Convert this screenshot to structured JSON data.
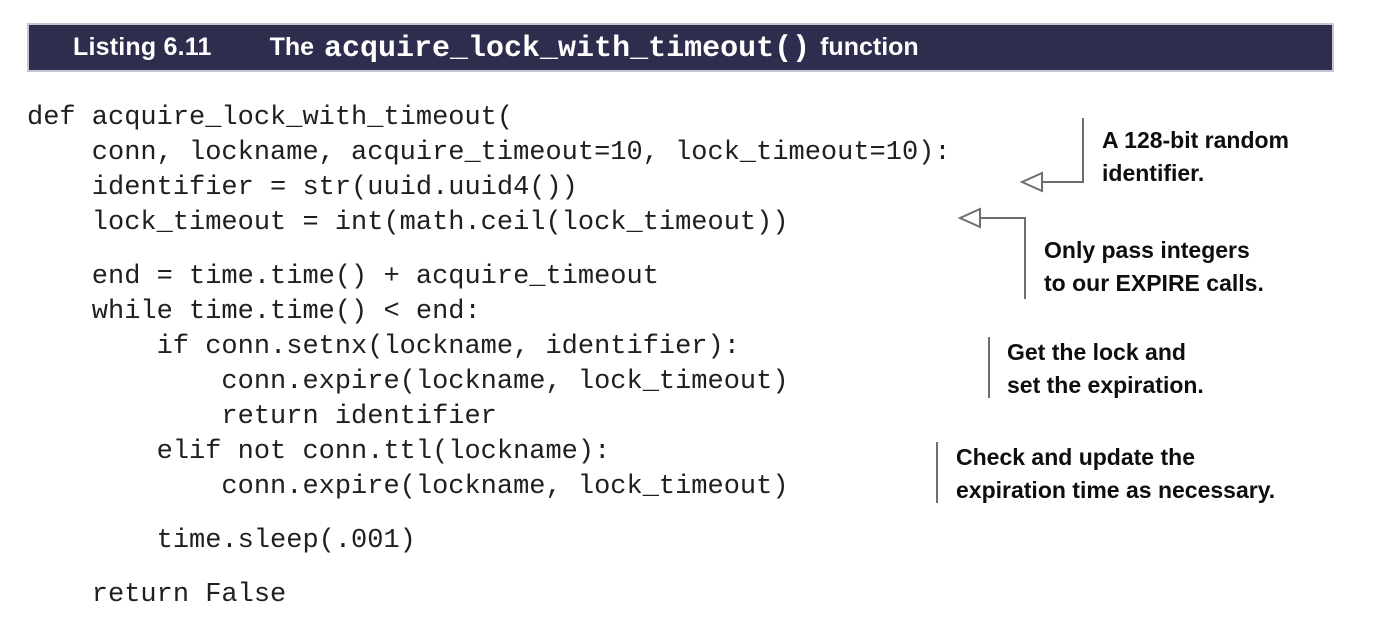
{
  "listing": {
    "label": "Listing 6.11",
    "title_prefix": "The",
    "title_code": "acquire_lock_with_timeout()",
    "title_suffix": "function"
  },
  "code": {
    "language": "python",
    "lines": [
      "def acquire_lock_with_timeout(",
      "    conn, lockname, acquire_timeout=10, lock_timeout=10):",
      "    identifier = str(uuid.uuid4())",
      "    lock_timeout = int(math.ceil(lock_timeout))",
      "",
      "    end = time.time() + acquire_timeout",
      "    while time.time() < end:",
      "        if conn.setnx(lockname, identifier):",
      "            conn.expire(lockname, lock_timeout)",
      "            return identifier",
      "        elif not conn.ttl(lockname):",
      "            conn.expire(lockname, lock_timeout)",
      "",
      "        time.sleep(.001)",
      "",
      "    return False"
    ]
  },
  "annotations": [
    {
      "id": "random-identifier",
      "lines": [
        "A 128-bit random",
        "identifier."
      ]
    },
    {
      "id": "expire-integers",
      "lines": [
        "Only pass integers",
        "to our EXPIRE calls."
      ]
    },
    {
      "id": "get-lock",
      "lines": [
        "Get the lock and",
        "set the expiration."
      ]
    },
    {
      "id": "check-update",
      "lines": [
        "Check and update the",
        "expiration time as necessary."
      ]
    }
  ],
  "colors": {
    "listing_bar_bg": "#2e2d4e",
    "listing_bar_border": "#c6c5d6",
    "listing_bar_text": "#ffffff",
    "code_text": "#1f1f1f",
    "annotation_text": "#0e0e0e",
    "arrow_stroke": "#6e6e6e",
    "page_bg": "#ffffff"
  }
}
